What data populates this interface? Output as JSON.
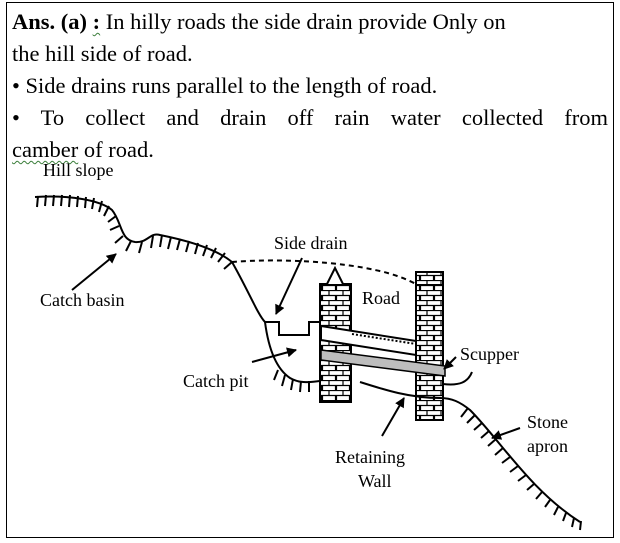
{
  "answer": {
    "label": "Ans. (a)",
    "colon": ":",
    "line1": " In hilly roads the side drain provide Only on",
    "line2": "the hill side of road.",
    "bullet_char": "•",
    "bullets": [
      "Side drains runs parallel to the length of road.",
      "To collect and drain off rain water collected from"
    ],
    "bullet2_cont_word": "camber",
    "bullet2_cont_rest": "of road."
  },
  "figure": {
    "labels": {
      "hill_slope": "Hill slope",
      "side_drain": "Side drain",
      "catch_basin": "Catch basin",
      "road": "Road",
      "scupper": "Scupper",
      "catch_pit": "Catch pit",
      "stone_apron_1": "Stone",
      "stone_apron_2": "apron",
      "retaining_wall_1": "Retaining",
      "retaining_wall_2": "Wall"
    }
  }
}
